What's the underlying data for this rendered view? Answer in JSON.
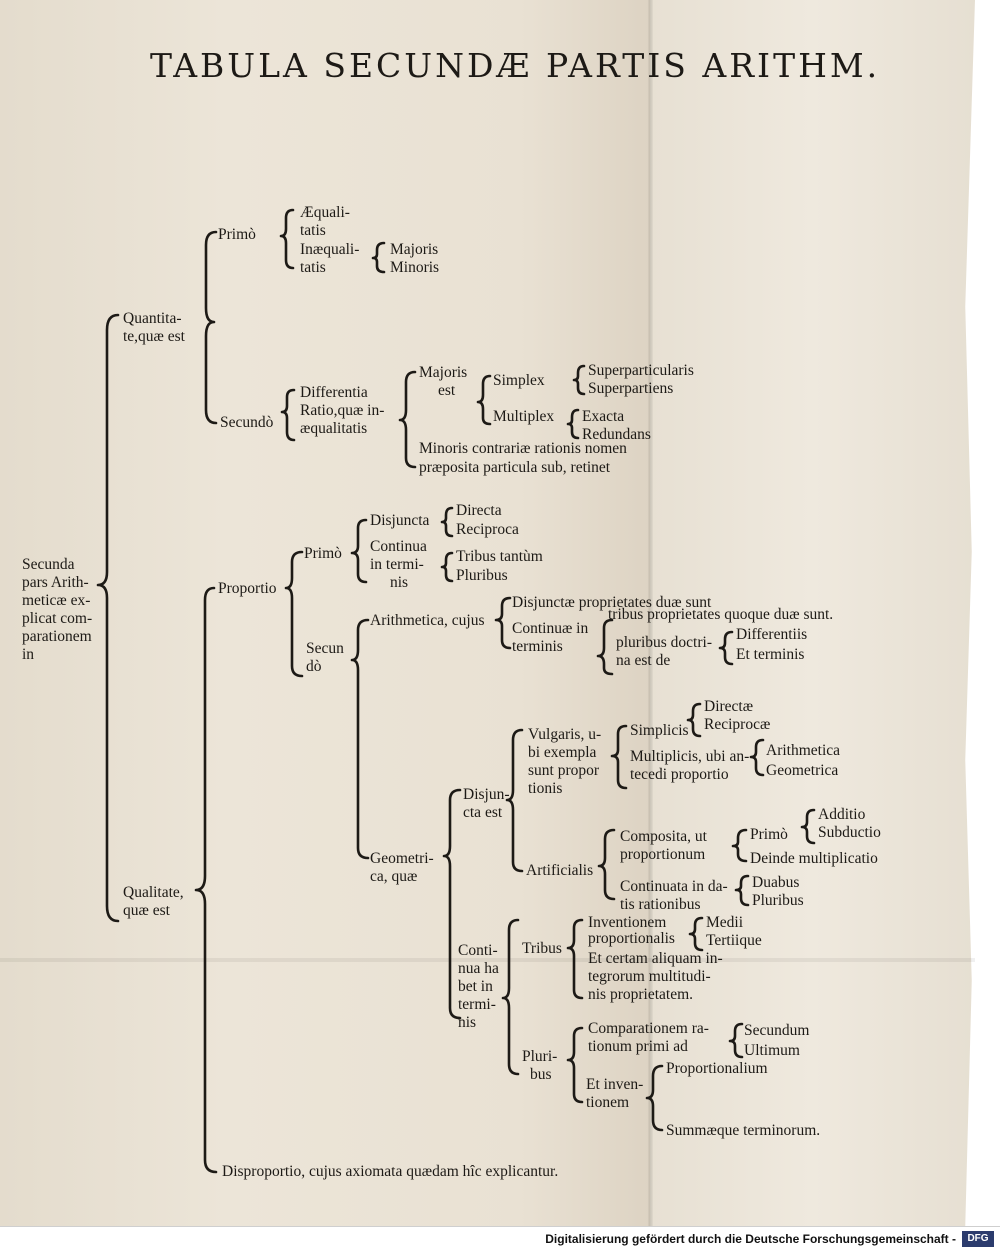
{
  "title": "TABULA SECUNDÆ PARTIS ARITHM.",
  "root": [
    "Secunda",
    "pars Arith-",
    "meticæ ex-",
    "plicat com-",
    "parationem",
    "in"
  ],
  "quantitate": {
    "label": [
      "Quantita-",
      "te,quæ est"
    ],
    "primo": {
      "label": "Primò",
      "aequalitatis": [
        "Æquali-",
        "tatis"
      ],
      "inaequalitatis": [
        "Inæquali-",
        "tatis"
      ],
      "majoris": "Majoris",
      "minoris": "Minoris"
    },
    "secundo": {
      "label": "Secundò",
      "differentia": [
        "Differentia",
        "Ratio,quæ in-",
        "æqualitatis"
      ],
      "majoris_est": [
        "Majoris",
        "est"
      ],
      "simplex": "Simplex",
      "superparticularis": "Superparticularis",
      "superpartiens": "Superpartiens",
      "multiplex": "Multiplex",
      "exacta": "Exacta",
      "redundans": "Redundans",
      "minoris": [
        "Minoris contrariæ rationis nomen",
        "præposita particula sub, retinet"
      ]
    }
  },
  "qualitate": {
    "label": [
      "Qualitate,",
      "quæ est"
    ],
    "proportio": {
      "label": "Proportio",
      "primo": {
        "label": "Primò",
        "disjuncta": "Disjuncta",
        "directa": "Directa",
        "reciproca": "Reciproca",
        "continua": [
          "Continua",
          "in termi-",
          "nis"
        ],
        "tribus_tantum": "Tribus tantùm",
        "pluribus": "Pluribus"
      },
      "secundo": {
        "label": [
          "Secun",
          "dò"
        ],
        "arithmetica": "Arithmetica, cujus",
        "disjunctae": "Disjunctæ proprietates duæ sunt",
        "continuae": [
          "Continuæ in",
          "terminis"
        ],
        "tribus_prop": "tribus proprietates quoque duæ sunt.",
        "pluribus_doctrina": [
          "pluribus doctri-",
          "na est de"
        ],
        "differentiis": "Differentiis",
        "et_terminis": "Et terminis",
        "geometrica": {
          "label": [
            "Geometri-",
            "ca, quæ"
          ],
          "disjuncta_est": [
            "Disjun-",
            "cta est"
          ],
          "vulgaris": [
            "Vulgaris, u-",
            "bi exempla",
            "sunt propor",
            "tionis"
          ],
          "simplicis": "Simplicis",
          "directae": "Directæ",
          "reciprocae": "Reciprocæ",
          "multiplicis": [
            "Multiplicis, ubi an-",
            "tecedi proportio"
          ],
          "arithmetica": "Arithmetica",
          "geometrica": "Geometrica",
          "artificialis": "Artificialis",
          "composita": [
            "Composita, ut",
            "proportionum"
          ],
          "primo": "Primò",
          "additio": "Additio",
          "subductio": "Subductio",
          "deinde": "Deinde multiplicatio",
          "continuata": [
            "Continuata in da-",
            "tis rationibus"
          ],
          "duabus": "Duabus",
          "pluribus": "Pluribus",
          "continua_habet": [
            "Conti-",
            "nua ha",
            "bet in",
            "termi-",
            "nis"
          ],
          "tribus": "Tribus",
          "inventionem": [
            "Inventionem",
            "proportionalis"
          ],
          "medii": "Medii",
          "tertiique": "Tertiique",
          "et_certam": [
            "Et certam aliquam in-",
            "tegrorum multitudi-",
            "nis proprietatem."
          ],
          "pluri_bus": [
            "Pluri-",
            "bus"
          ],
          "comparationem": [
            "Comparationem ra-",
            "tionum primi ad"
          ],
          "secundum": "Secundum",
          "ultimum": "Ultimum",
          "et_inventionem": [
            "Et inven-",
            "tionem"
          ],
          "proportionalium": "Proportionalium",
          "summaeque": "Summæque terminorum."
        }
      }
    },
    "disproportio": "Disproportio, cujus axiomata quædam hîc explicantur."
  },
  "footer": {
    "text": "Digitalisierung gefördert durch die Deutsche Forschungsgemeinschaft -",
    "logo": "DFG"
  }
}
